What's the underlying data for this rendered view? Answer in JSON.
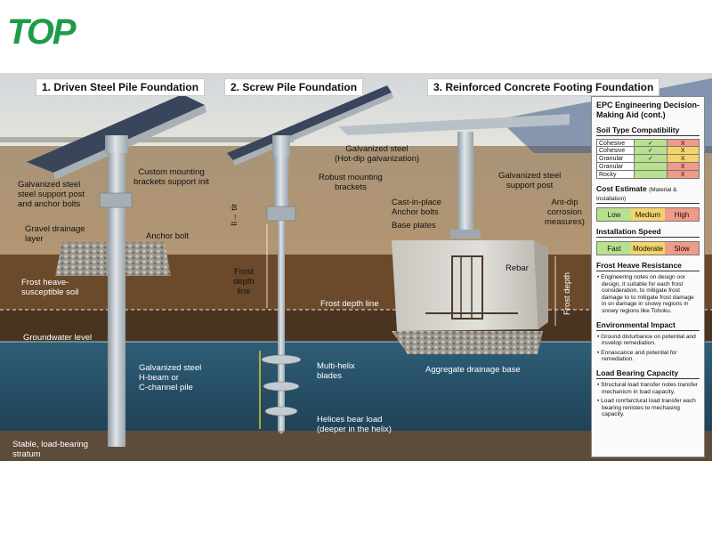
{
  "logo": {
    "text": "TOP"
  },
  "titles": {
    "driven": "1. Driven Steel Pile Foundation",
    "screw": "2. Screw Pile Foundation",
    "concrete": "3. Reinforced Concrete Footing Foundation"
  },
  "labels": {
    "galv_support_post": "Galvanized steel\nsteel support post\nand anchor bolts",
    "custom_brackets": "Custom mounting\nbrackets support init",
    "gravel_layer": "Gravel drainage\nlayer",
    "anchor_bolt": "Anchor bolt",
    "frost_heave_soil": "Frost heave-\nsusceptible soil",
    "groundwater": "Groundwater level",
    "h_beam": "Galvanized steel\nH-beam or\nC-channel pile",
    "stable_stratum": "Stable, load-bearing\nstratum",
    "hot_dip": "Galvanized steel\n(Hot-dip galvanization)",
    "robust_brackets": "Robust mounting\nbrackets",
    "frost_tir": "II→ tir",
    "frost_depth_line_v": "Frost\ndepth\nline",
    "frost_depth_line": "Frost depth line",
    "multi_helix": "Multi-helix\nblades",
    "helices_bear": "Helices bear load\n(deeper in the helix)",
    "cast_anchor": "Cast-in-place\nAnchor bolts",
    "base_plates": "Base plates",
    "galv_support_post_2": "Galvanized steel\nsupport post",
    "anti_dip": "Ant-dip\ncorrosion\nmeasures)",
    "rebar": "Rebar",
    "frost_depth_v": "Frost depth",
    "aggregate_base": "Aggregate drainage base"
  },
  "panel": {
    "title": "EPC Engineering Decision-\nMaking Aid (cont.)",
    "soil": {
      "heading": "Soil Type Compatibility",
      "rows": [
        {
          "name": "Cohesive",
          "a": "✓",
          "b": "X"
        },
        {
          "name": "Cohesive",
          "a": "✓",
          "b": "X"
        },
        {
          "name": "Granular",
          "a": "✓",
          "b": "X"
        },
        {
          "name": "Granular",
          "a": "",
          "b": "X"
        },
        {
          "name": "Rocky",
          "a": "",
          "b": "X"
        }
      ]
    },
    "cost": {
      "heading": "Cost Estimate",
      "sub": "(Material & Installation)",
      "low": "Low",
      "medium": "Medium",
      "high": "High"
    },
    "speed": {
      "heading": "Installation Speed",
      "fast": "Fast",
      "moderate": "Moderate",
      "slow": "Slow"
    },
    "frost": {
      "heading": "Frost Heave Resistance",
      "bullet": "• Engineering notes on design oor design, it suitable for each frost consideration, to mitigate frost damage to to mitigate frost damage in sn damage in snowy regions in snowy regions like Tohoku."
    },
    "env": {
      "heading": "Environmental Impact",
      "b1": "• Ground disturbance on potential and irsvelop remediation.",
      "b2": "• Ennascance and potential for remediation."
    },
    "load": {
      "heading": "Load Bearing Capacity",
      "b1": "• Structural load transfer notes transfer mechanism in load capacity.",
      "b2": "• Load ronrfarctural load transfer each bearing renistes to mechasing capacity."
    }
  },
  "colors": {
    "sky": "#d9dde0",
    "field": "#b89c72",
    "topsoil": "#6b4a2c",
    "frost_zone": "#4a3420",
    "groundwater": "#2f5f78",
    "stratum": "#5e4c3a",
    "steel": "#b9c2c9",
    "concrete": "#d8d6d1",
    "green": "#b9e08f",
    "yellow": "#f3d36b",
    "red": "#f09a8a",
    "logo_green": "#1f9a4a",
    "logo_blue": "#1d6fb8"
  }
}
